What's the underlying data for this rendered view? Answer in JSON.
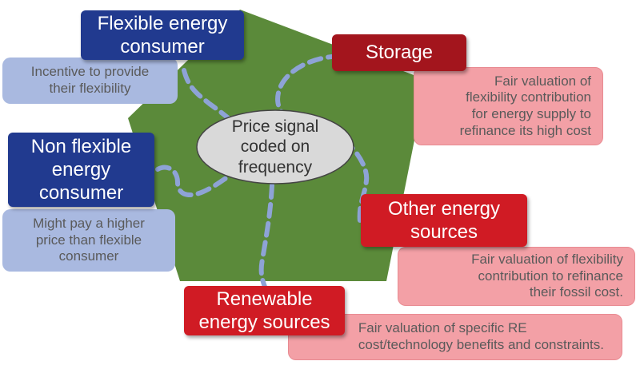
{
  "center": {
    "label": "Price signal\ncoded on\nfrequency"
  },
  "actors": {
    "flexible_consumer": {
      "title": "Flexible energy\nconsumer",
      "note": "Incentive to provide\ntheir flexibility"
    },
    "non_flexible_consumer": {
      "title": "Non flexible\nenergy\nconsumer",
      "note": "Might pay a higher\nprice than flexible\nconsumer"
    },
    "storage": {
      "title": "Storage",
      "note": "Fair valuation of\nflexibility contribution\nfor energy supply  to\nrefinance its high cost"
    },
    "other_sources": {
      "title": "Other energy\nsources",
      "note": "Fair valuation of flexibility\ncontribution to refinance\ntheir fossil cost."
    },
    "renewable_sources": {
      "title": "Renewable\nenergy sources",
      "note": "Fair valuation of specific RE\ncost/technology benefits and constraints."
    }
  },
  "colors": {
    "pentagon": "#5b8a3a",
    "consumer_box": "#213a8f",
    "producer_box": "#d01b24",
    "storage_box": "#a3151d",
    "consumer_note": "#a9b9e0",
    "producer_note": "#f3a0a6",
    "center_ellipse": "#d9d9d9",
    "connector": "#8ea3d6"
  }
}
